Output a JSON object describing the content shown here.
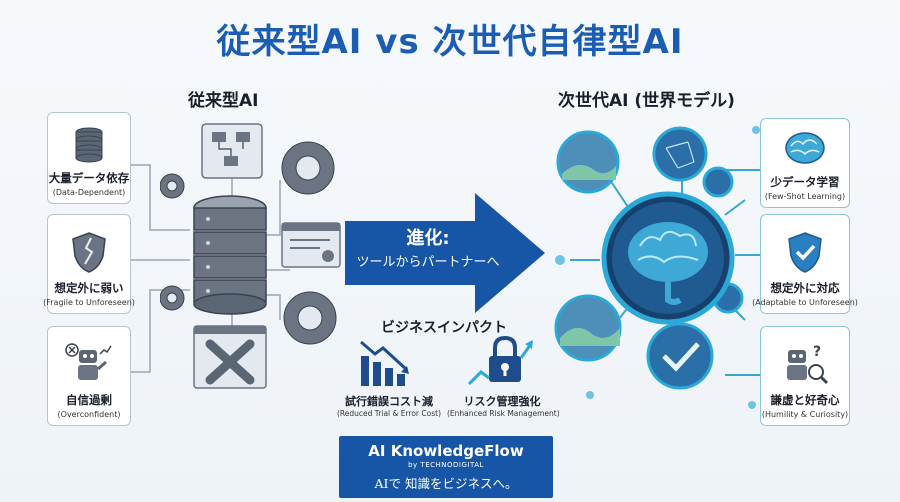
{
  "title": "従来型AI vs 次世代自律型AI",
  "left": {
    "title": "従来型AI",
    "cards": [
      {
        "ja": "大量データ依存",
        "en": "(Data-Dependent)",
        "icon": "database-icon"
      },
      {
        "ja": "想定外に弱い",
        "en": "(Fragile to Unforeseen)",
        "icon": "cracked-shield-icon"
      },
      {
        "ja": "自信過剰",
        "en": "(Overconfident)",
        "icon": "robot-icon"
      }
    ]
  },
  "right": {
    "title": "次世代AI (世界モデル)",
    "cards": [
      {
        "ja": "少データ学習",
        "en": "(Few-Shot Learning)",
        "icon": "brain-icon"
      },
      {
        "ja": "想定外に対応",
        "en": "(Adaptable to Unforeseen)",
        "icon": "check-shield-icon"
      },
      {
        "ja": "謙虚と好奇心",
        "en": "(Humility & Curiosity)",
        "icon": "robot-magnifier-icon"
      }
    ]
  },
  "arrow": {
    "line1": "進化:",
    "line2": "ツールからパートナーへ"
  },
  "impact": {
    "title": "ビジネスインパクト",
    "items": [
      {
        "ja": "試行錯誤コスト減",
        "en": "(Reduced Trial & Error Cost)",
        "icon": "falling-chart-icon"
      },
      {
        "ja": "リスク管理強化",
        "en": "(Enhanced Risk Management)",
        "icon": "lock-rising-icon"
      }
    ]
  },
  "brand": {
    "name": "AI KnowledgeFlow",
    "by": "by TECHNODIGITAL",
    "tagline": "AIで 知識をビジネスへ。"
  },
  "colors": {
    "title": "#1b5db3",
    "arrow": "#1756a6",
    "accent": "#2aa8d8",
    "dark_blue": "#1f4d8c"
  }
}
